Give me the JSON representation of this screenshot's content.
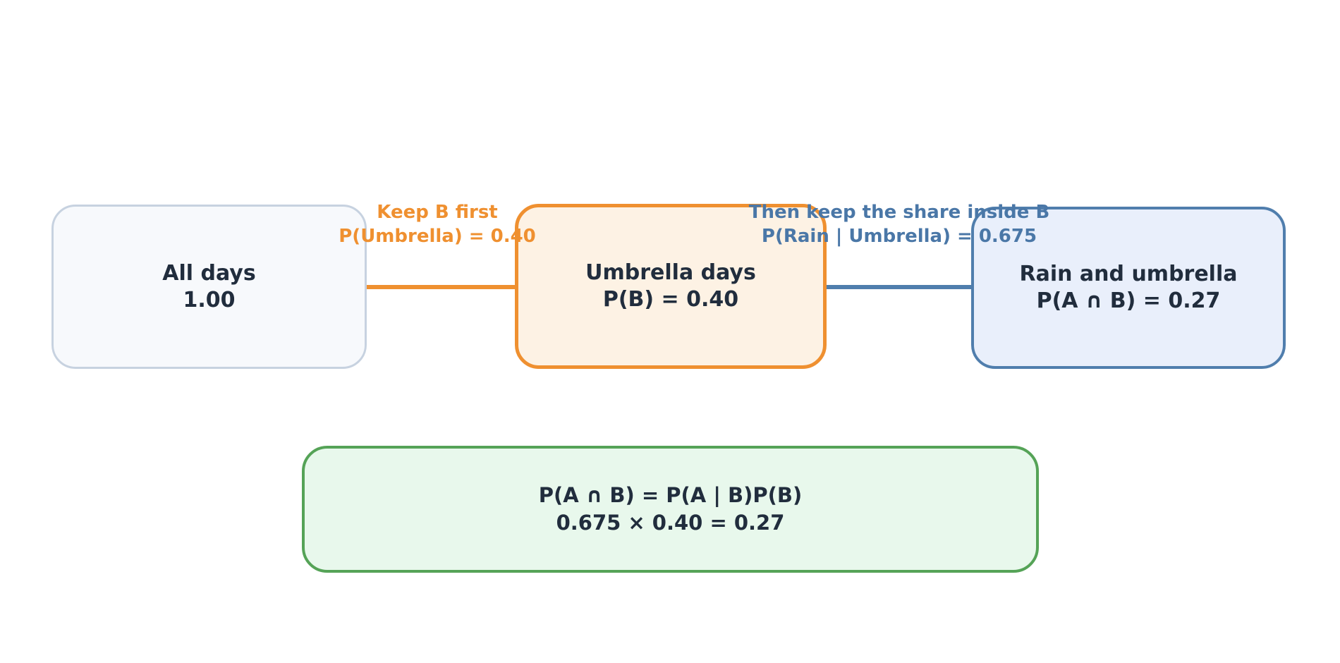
{
  "colors": {
    "text-dark": "#212d3d",
    "orange": "#ef9030",
    "orange-fill": "#fdf2e4",
    "blue": "#507ead",
    "blue-text": "#4a77a7",
    "blue-fill": "#e9effb",
    "gray-border": "#c7d2e0",
    "gray-fill": "#f7f9fc",
    "green": "#55a357",
    "green-fill": "#e8f8ec"
  },
  "diagram": {
    "nodes": {
      "all_days": {
        "line1": "All days",
        "line2": "1.00"
      },
      "umbrella_days": {
        "line1": "Umbrella days",
        "line2": "P(B) = 0.40"
      },
      "rain_umbrella": {
        "line1": "Rain and umbrella",
        "line2": "P(A ∩ B) = 0.27"
      },
      "formula": {
        "line1": "P(A ∩ B) = P(A | B)P(B)",
        "line2": "0.675 × 0.40 = 0.27"
      }
    },
    "edges": {
      "keep_b_first": {
        "line1": "Keep B first",
        "line2": "P(Umbrella) = 0.40"
      },
      "share_inside_b": {
        "line1": "Then keep the share inside B",
        "line2": "P(Rain | Umbrella) = 0.675"
      }
    }
  }
}
